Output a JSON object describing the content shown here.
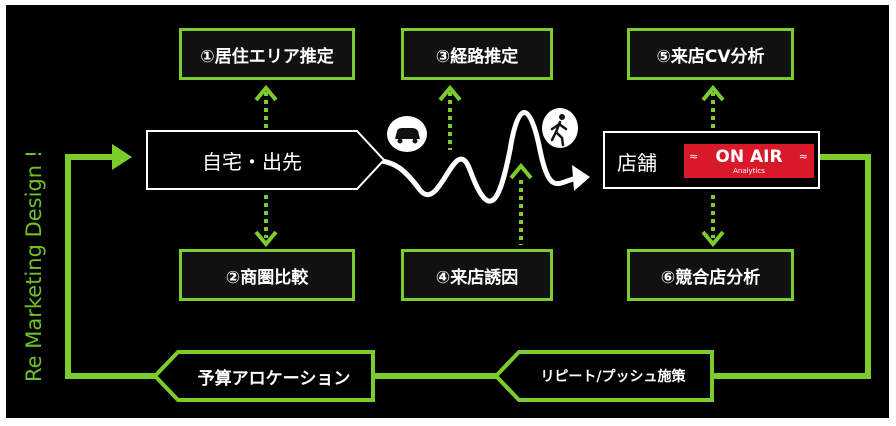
{
  "side_label": "Re Marketing Design !",
  "boxes": {
    "b1": "①居住エリア推定",
    "b2": "②商圏比較",
    "b3": "③経路推定",
    "b4": "④来店誘因",
    "b5": "⑤来店CV分析",
    "b6": "⑥競合店分析"
  },
  "home_label": "自宅・出先",
  "store_label": "店舗",
  "onair": {
    "title": "ON AIR",
    "subtitle": "Analytics"
  },
  "budget_label": "予算アロケーション",
  "repeat_label": "リピート/プッシュ施策",
  "colors": {
    "accent": "#7dcc2e",
    "brand_red": "#d8192a",
    "background": "#000000"
  },
  "icons": [
    "car-icon",
    "walking-person-icon"
  ]
}
